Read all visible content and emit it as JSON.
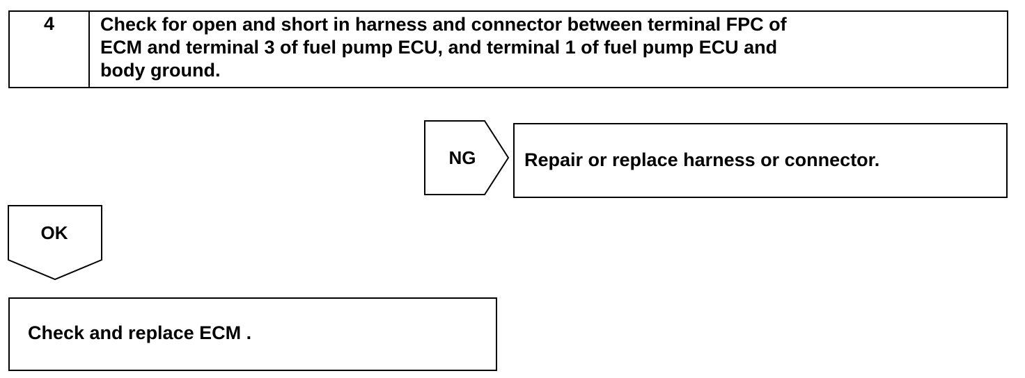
{
  "step": {
    "number": "4",
    "description": "Check for open and short in harness and connector between terminal FPC of\nECM and terminal 3 of fuel pump ECU, and terminal 1 of fuel pump ECU and\nbody ground."
  },
  "ng_branch": {
    "label": "NG",
    "action": "Repair or replace harness or connector."
  },
  "ok_branch": {
    "label": "OK",
    "action": "Check and replace ECM ."
  }
}
